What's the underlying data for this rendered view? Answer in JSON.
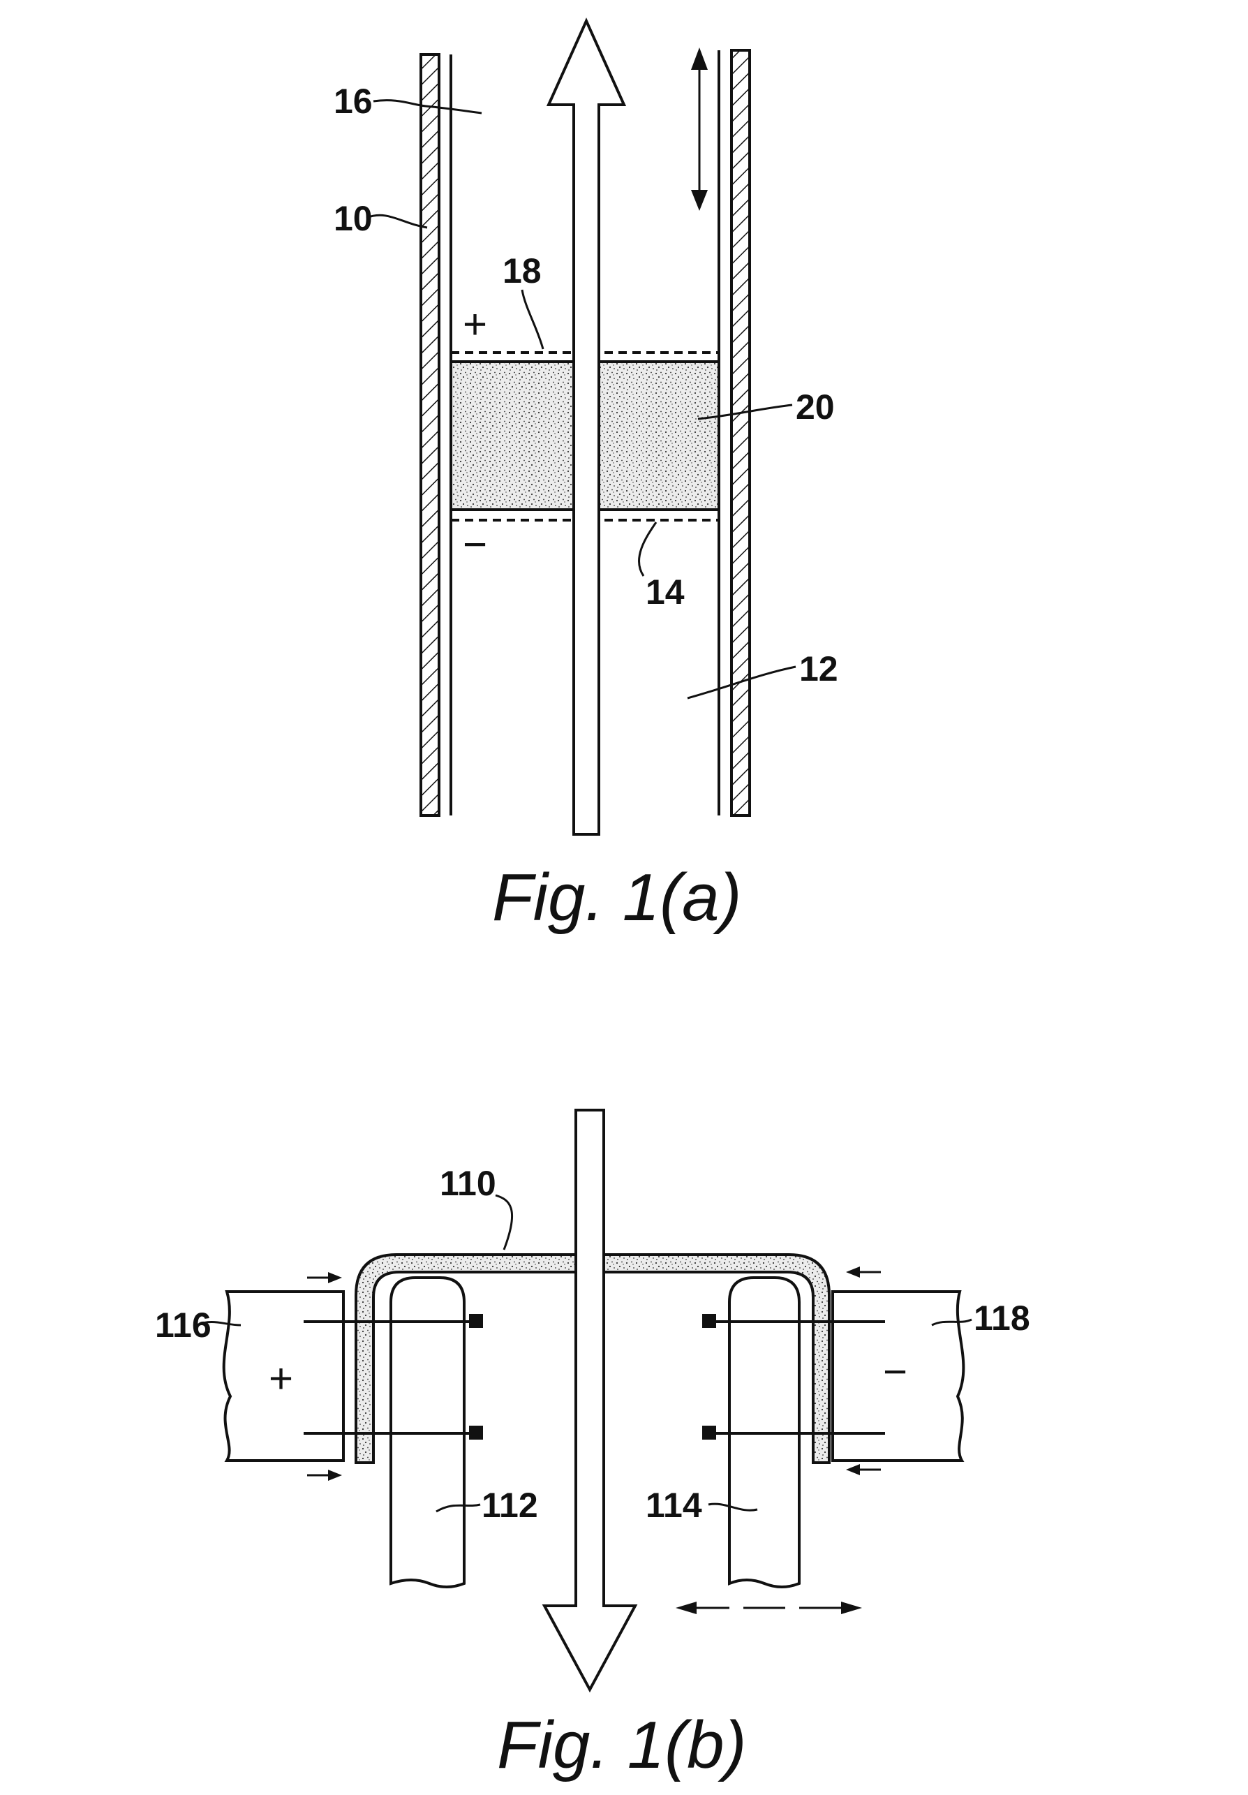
{
  "figure_a": {
    "caption": "Fig. 1(a)",
    "labels": {
      "ref_16": "16",
      "ref_10": "10",
      "ref_18": "18",
      "ref_20": "20",
      "ref_14": "14",
      "ref_12": "12"
    },
    "signs": {
      "plus": "+",
      "minus": "−"
    }
  },
  "figure_b": {
    "caption": "Fig. 1(b)",
    "labels": {
      "ref_110": "110",
      "ref_116": "116",
      "ref_118": "118",
      "ref_112": "112",
      "ref_114": "114"
    },
    "signs": {
      "plus": "+",
      "minus": "−"
    }
  }
}
